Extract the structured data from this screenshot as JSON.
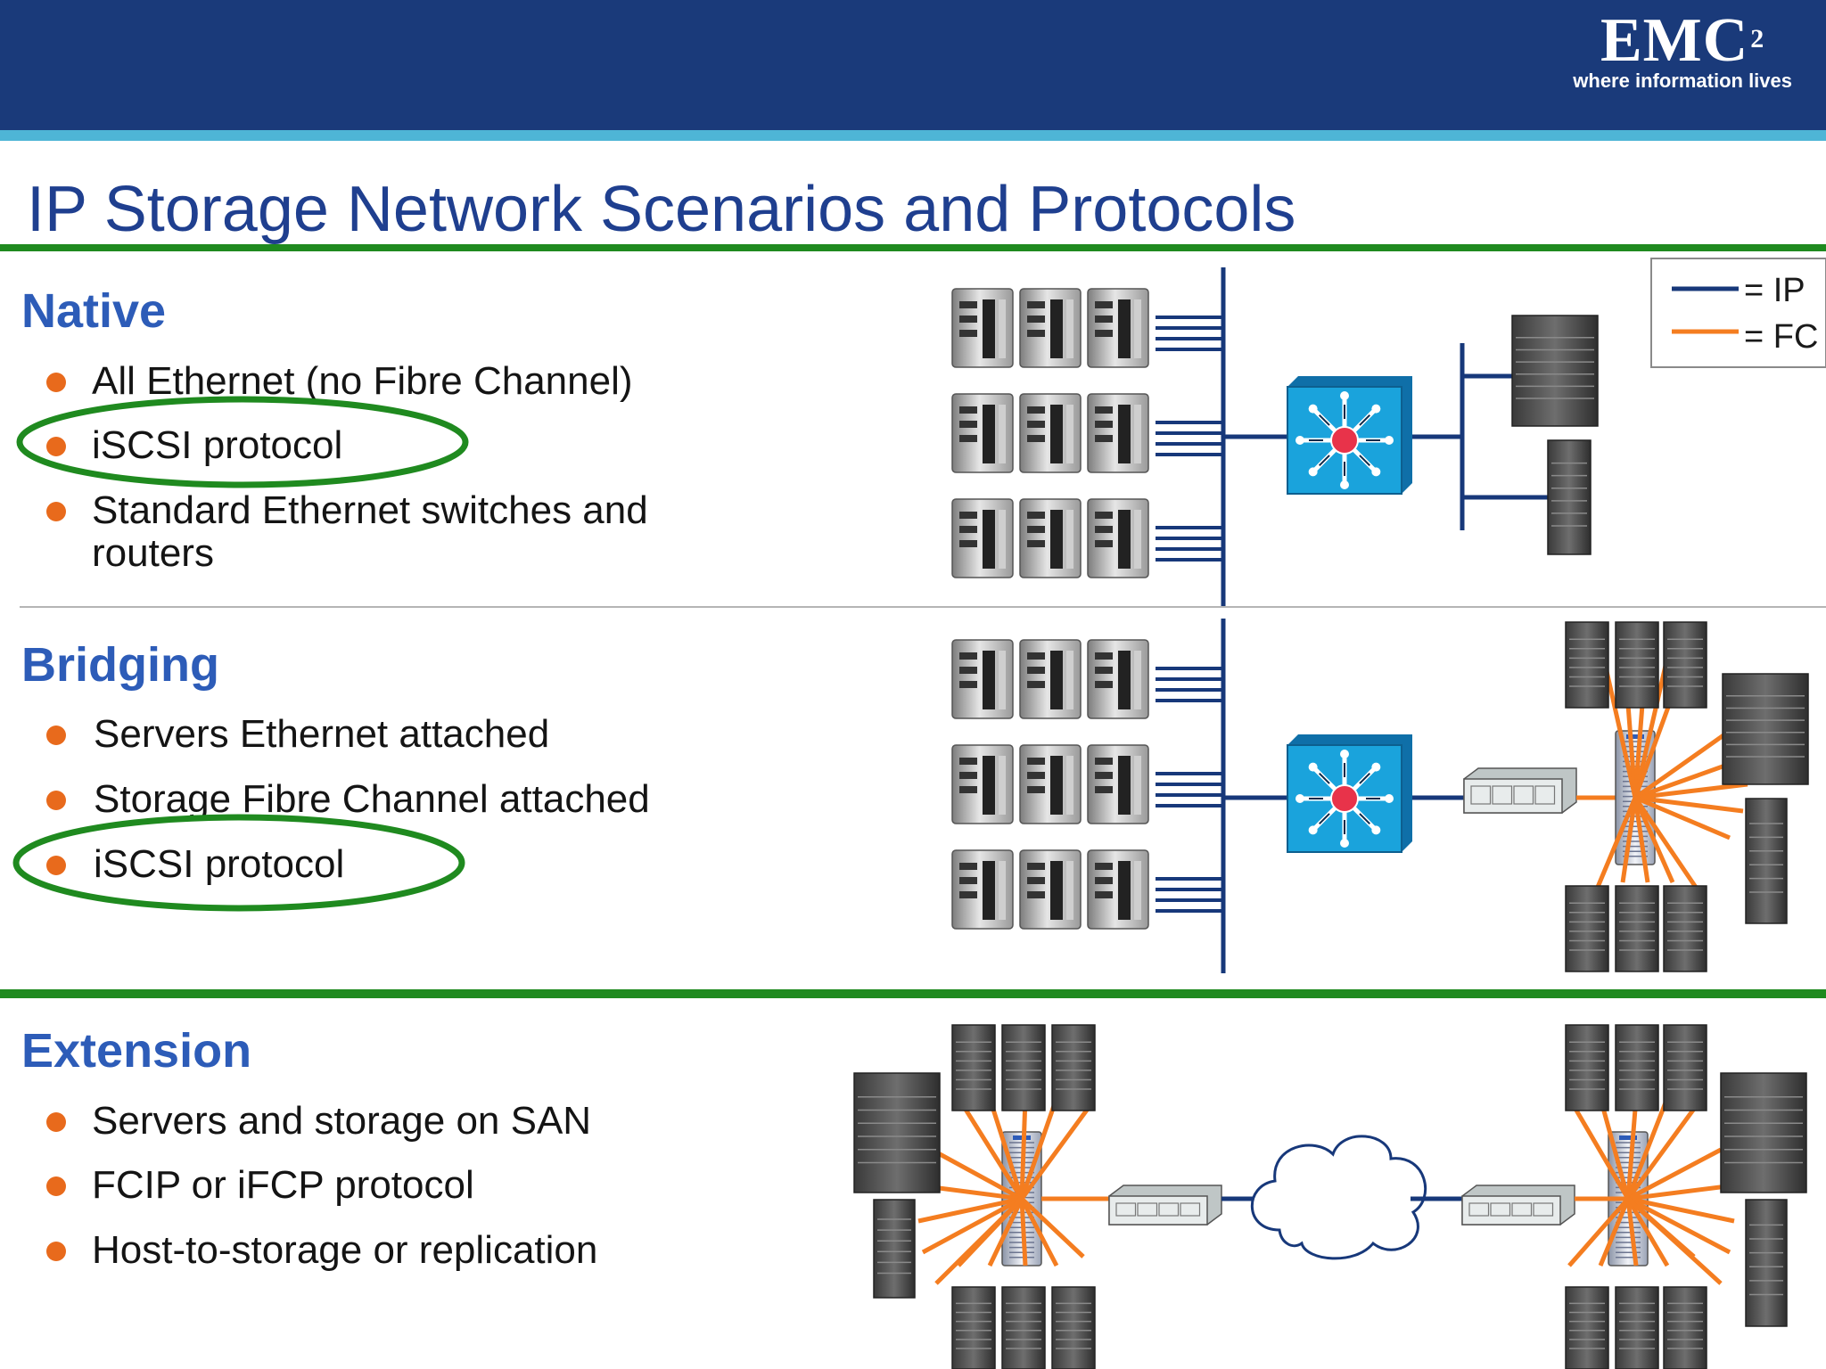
{
  "logo": {
    "text": "EMC",
    "superscript": "2",
    "tagline": "where information lives"
  },
  "title": "IP Storage Network Scenarios and Protocols",
  "legend": {
    "ip_label": "= IP",
    "fc_label": "= FC",
    "ip_color": "#17387a",
    "fc_color": "#f47d20"
  },
  "sections": {
    "native": {
      "heading": "Native",
      "bullets": [
        "All Ethernet (no Fibre Channel)",
        "iSCSI protocol",
        "Standard Ethernet switches and routers"
      ]
    },
    "bridging": {
      "heading": "Bridging",
      "bullets": [
        "Servers Ethernet attached",
        "Storage Fibre Channel attached",
        "iSCSI protocol"
      ]
    },
    "extension": {
      "heading": "Extension",
      "bullets": [
        "Servers and storage on SAN",
        "FCIP or iFCP protocol",
        "Host-to-storage or replication"
      ]
    }
  },
  "colors": {
    "banner": "#1a3a7a",
    "stripe": "#4eb5d6",
    "rule": "#1f8a1f",
    "heading": "#2d5cb8",
    "bullet": "#e86a1c",
    "switch": "#1aa3dc"
  }
}
